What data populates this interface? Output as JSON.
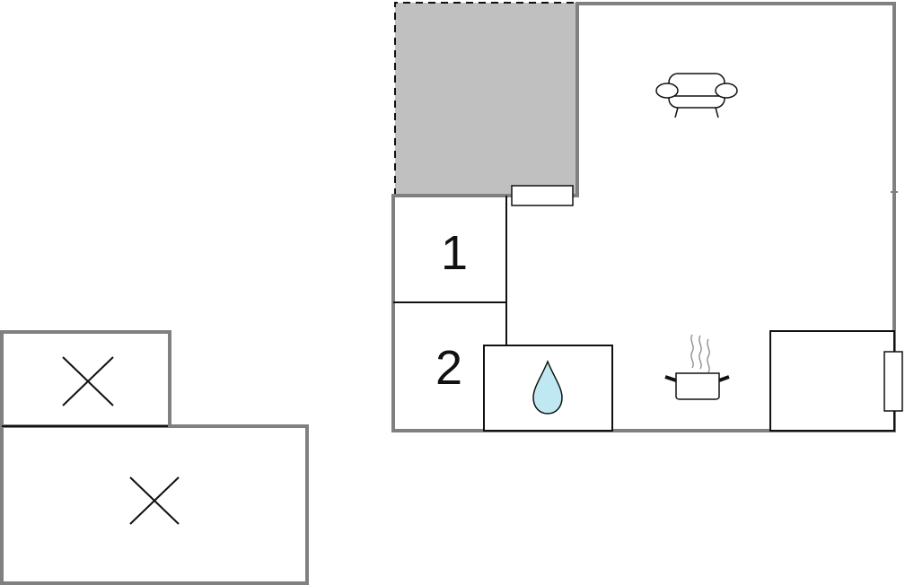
{
  "floor_plan": {
    "rooms": [
      {
        "id": "bedroom-1",
        "label": "1"
      },
      {
        "id": "bedroom-2",
        "label": "2"
      }
    ],
    "icons": [
      "sofa-icon",
      "water-drop-icon",
      "cooking-pot-icon",
      "cross-mark-icon",
      "cross-mark-icon"
    ],
    "colors": {
      "wall": "#808080",
      "inner_wall": "#111111",
      "terrace_fill": "#c0c0c0",
      "water": "#bfe8f2",
      "background": "#ffffff"
    }
  }
}
